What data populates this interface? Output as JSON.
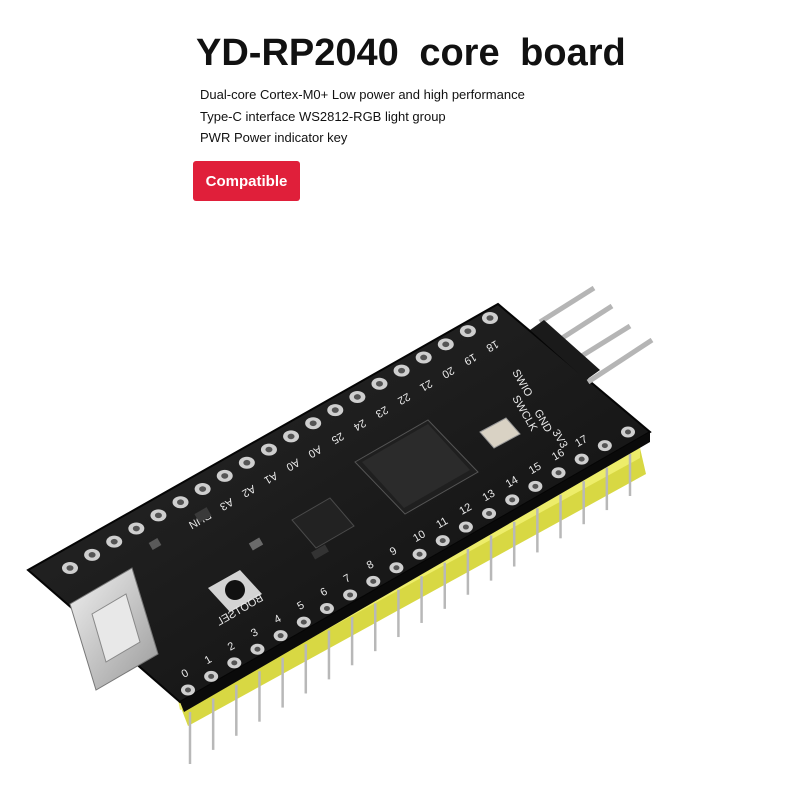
{
  "header": {
    "title": "YD-RP2040  core board"
  },
  "features": [
    "Dual-core Cortex-M0+ Low power and high performance",
    "Type-C interface WS2812-RGB light group",
    "PWR Power indicator key"
  ],
  "badge": {
    "label": "Compatible",
    "color": "#e01f3a"
  },
  "board": {
    "button_label": "BOOTSEL",
    "debug_header_labels": [
      "SWIO",
      "SWCLK",
      "GND",
      "3V3"
    ],
    "pin_labels_top": [
      "RUN",
      "A3",
      "A2",
      "A1",
      "A0",
      "A0",
      "25",
      "24",
      "23",
      "22",
      "21",
      "20",
      "19",
      "18"
    ],
    "pin_labels_bottom": [
      "0",
      "1",
      "2",
      "3",
      "4",
      "5",
      "6",
      "7",
      "8",
      "9",
      "10",
      "11",
      "12",
      "13",
      "14",
      "15",
      "16",
      "17"
    ],
    "colors": {
      "pcb": "#141414",
      "pin_plastic": "#e3e24a",
      "usb_metal": "#c9c9c9"
    }
  }
}
